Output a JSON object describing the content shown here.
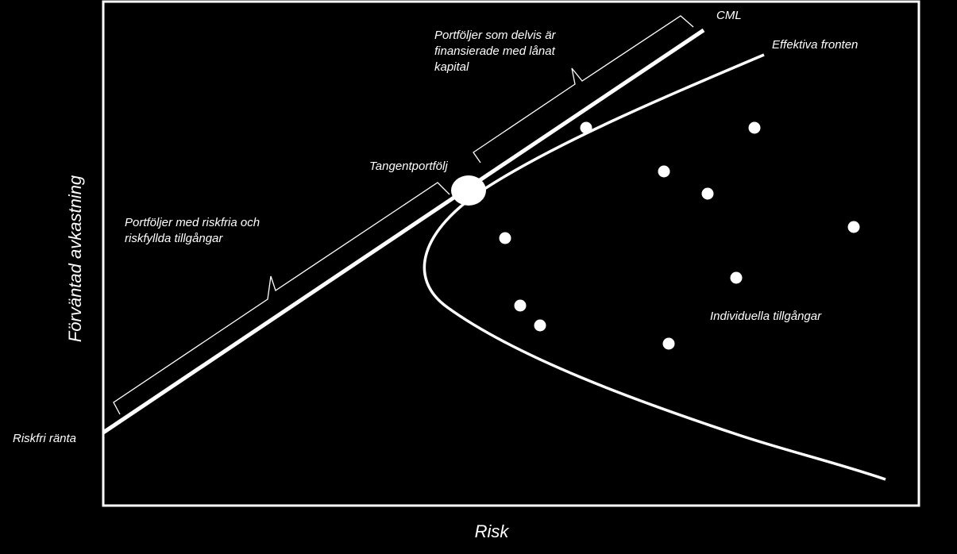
{
  "axes": {
    "x_label": "Risk",
    "y_label": "Förväntad avkastning"
  },
  "labels": {
    "risk_free_rate": "Riskfri ränta",
    "cml": "CML",
    "efficient_frontier": "Effektiva fronten",
    "tangent_portfolio": "Tangentportfölj",
    "individual_assets": "Individuella tillgångar",
    "borrowing_portfolios": [
      "Portföljer som delvis är",
      "finansierade med lånat",
      "kapital"
    ],
    "lending_portfolios": [
      "Portföljer med riskfria och",
      "riskfyllda tillgångar"
    ]
  },
  "colors": {
    "background": "#000000",
    "foreground": "#ffffff"
  }
}
